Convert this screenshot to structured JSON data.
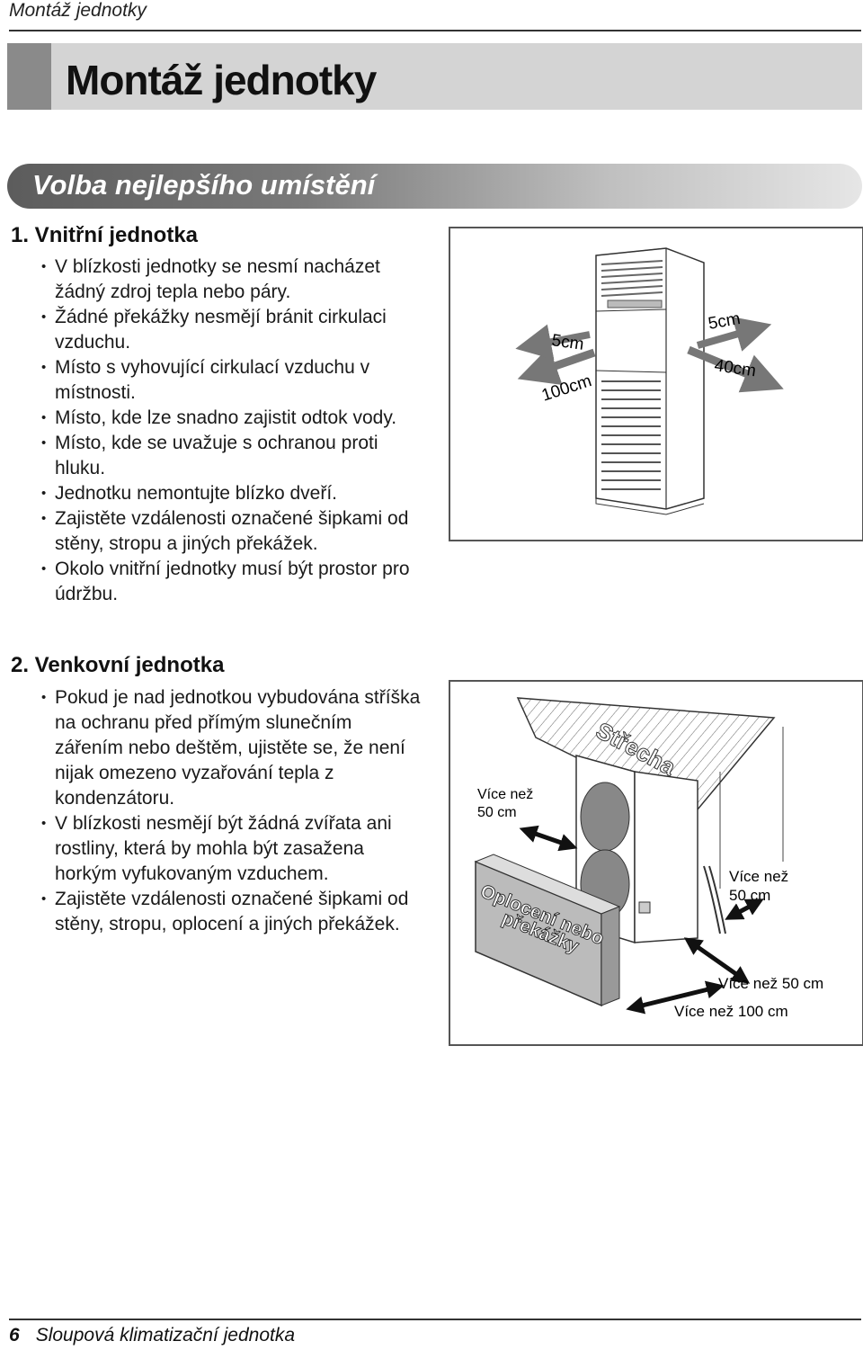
{
  "header": {
    "running_title": "Montáž jednotky",
    "main_title": "Montáž jednotky"
  },
  "section": {
    "title": "Volba nejlepšího umístění"
  },
  "indoor": {
    "heading": "1. Vnitřní jednotka",
    "items": [
      "V blízkosti jednotky se nesmí nacházet žádný zdroj tepla nebo páry.",
      "Žádné překážky nesmějí bránit cirkulaci vzduchu.",
      "Místo s vyhovující cirkulací vzduchu v místnosti.",
      "Místo, kde lze snadno zajistit odtok vody.",
      "Místo, kde se uvažuje s ochranou proti hluku.",
      "Jednotku nemontujte blízko dveří.",
      "Zajistěte vzdálenosti označené šipkami od stěny, stropu a jiných překážek.",
      "Okolo vnitřní jednotky musí být prostor pro údržbu."
    ],
    "figure": {
      "label_left_top": "5cm",
      "label_left_front": "100cm",
      "label_right_top": "5cm",
      "label_right_side": "40cm"
    }
  },
  "outdoor": {
    "heading": "2. Venkovní jednotka",
    "items": [
      "Pokud je nad jednotkou vybudována stříška na ochranu před přímým slunečním zářením nebo deštěm, ujistěte se, že není nijak omezeno vyzařování tepla z kondenzátoru.",
      "V blízkosti nesmějí být žádná zvířata ani rostliny, která by mohla být zasažena horkým vyfukovaným vzduchem.",
      "Zajistěte vzdálenosti označené šipkami od stěny, stropu, oplocení a jiných překážek."
    ],
    "figure": {
      "roof_label": "Střecha",
      "fence_label_1": "Oplocení nebo",
      "fence_label_2": "překážky",
      "left_gap_1": "Více než",
      "left_gap_2": "50 cm",
      "right_gap_1": "Více než",
      "right_gap_2": "50 cm",
      "front_gap_50": "Více než 50 cm",
      "front_gap_100": "Více než 100 cm"
    }
  },
  "footer": {
    "page_number": "6",
    "doc_title": "Sloupová klimatizační jednotka"
  }
}
